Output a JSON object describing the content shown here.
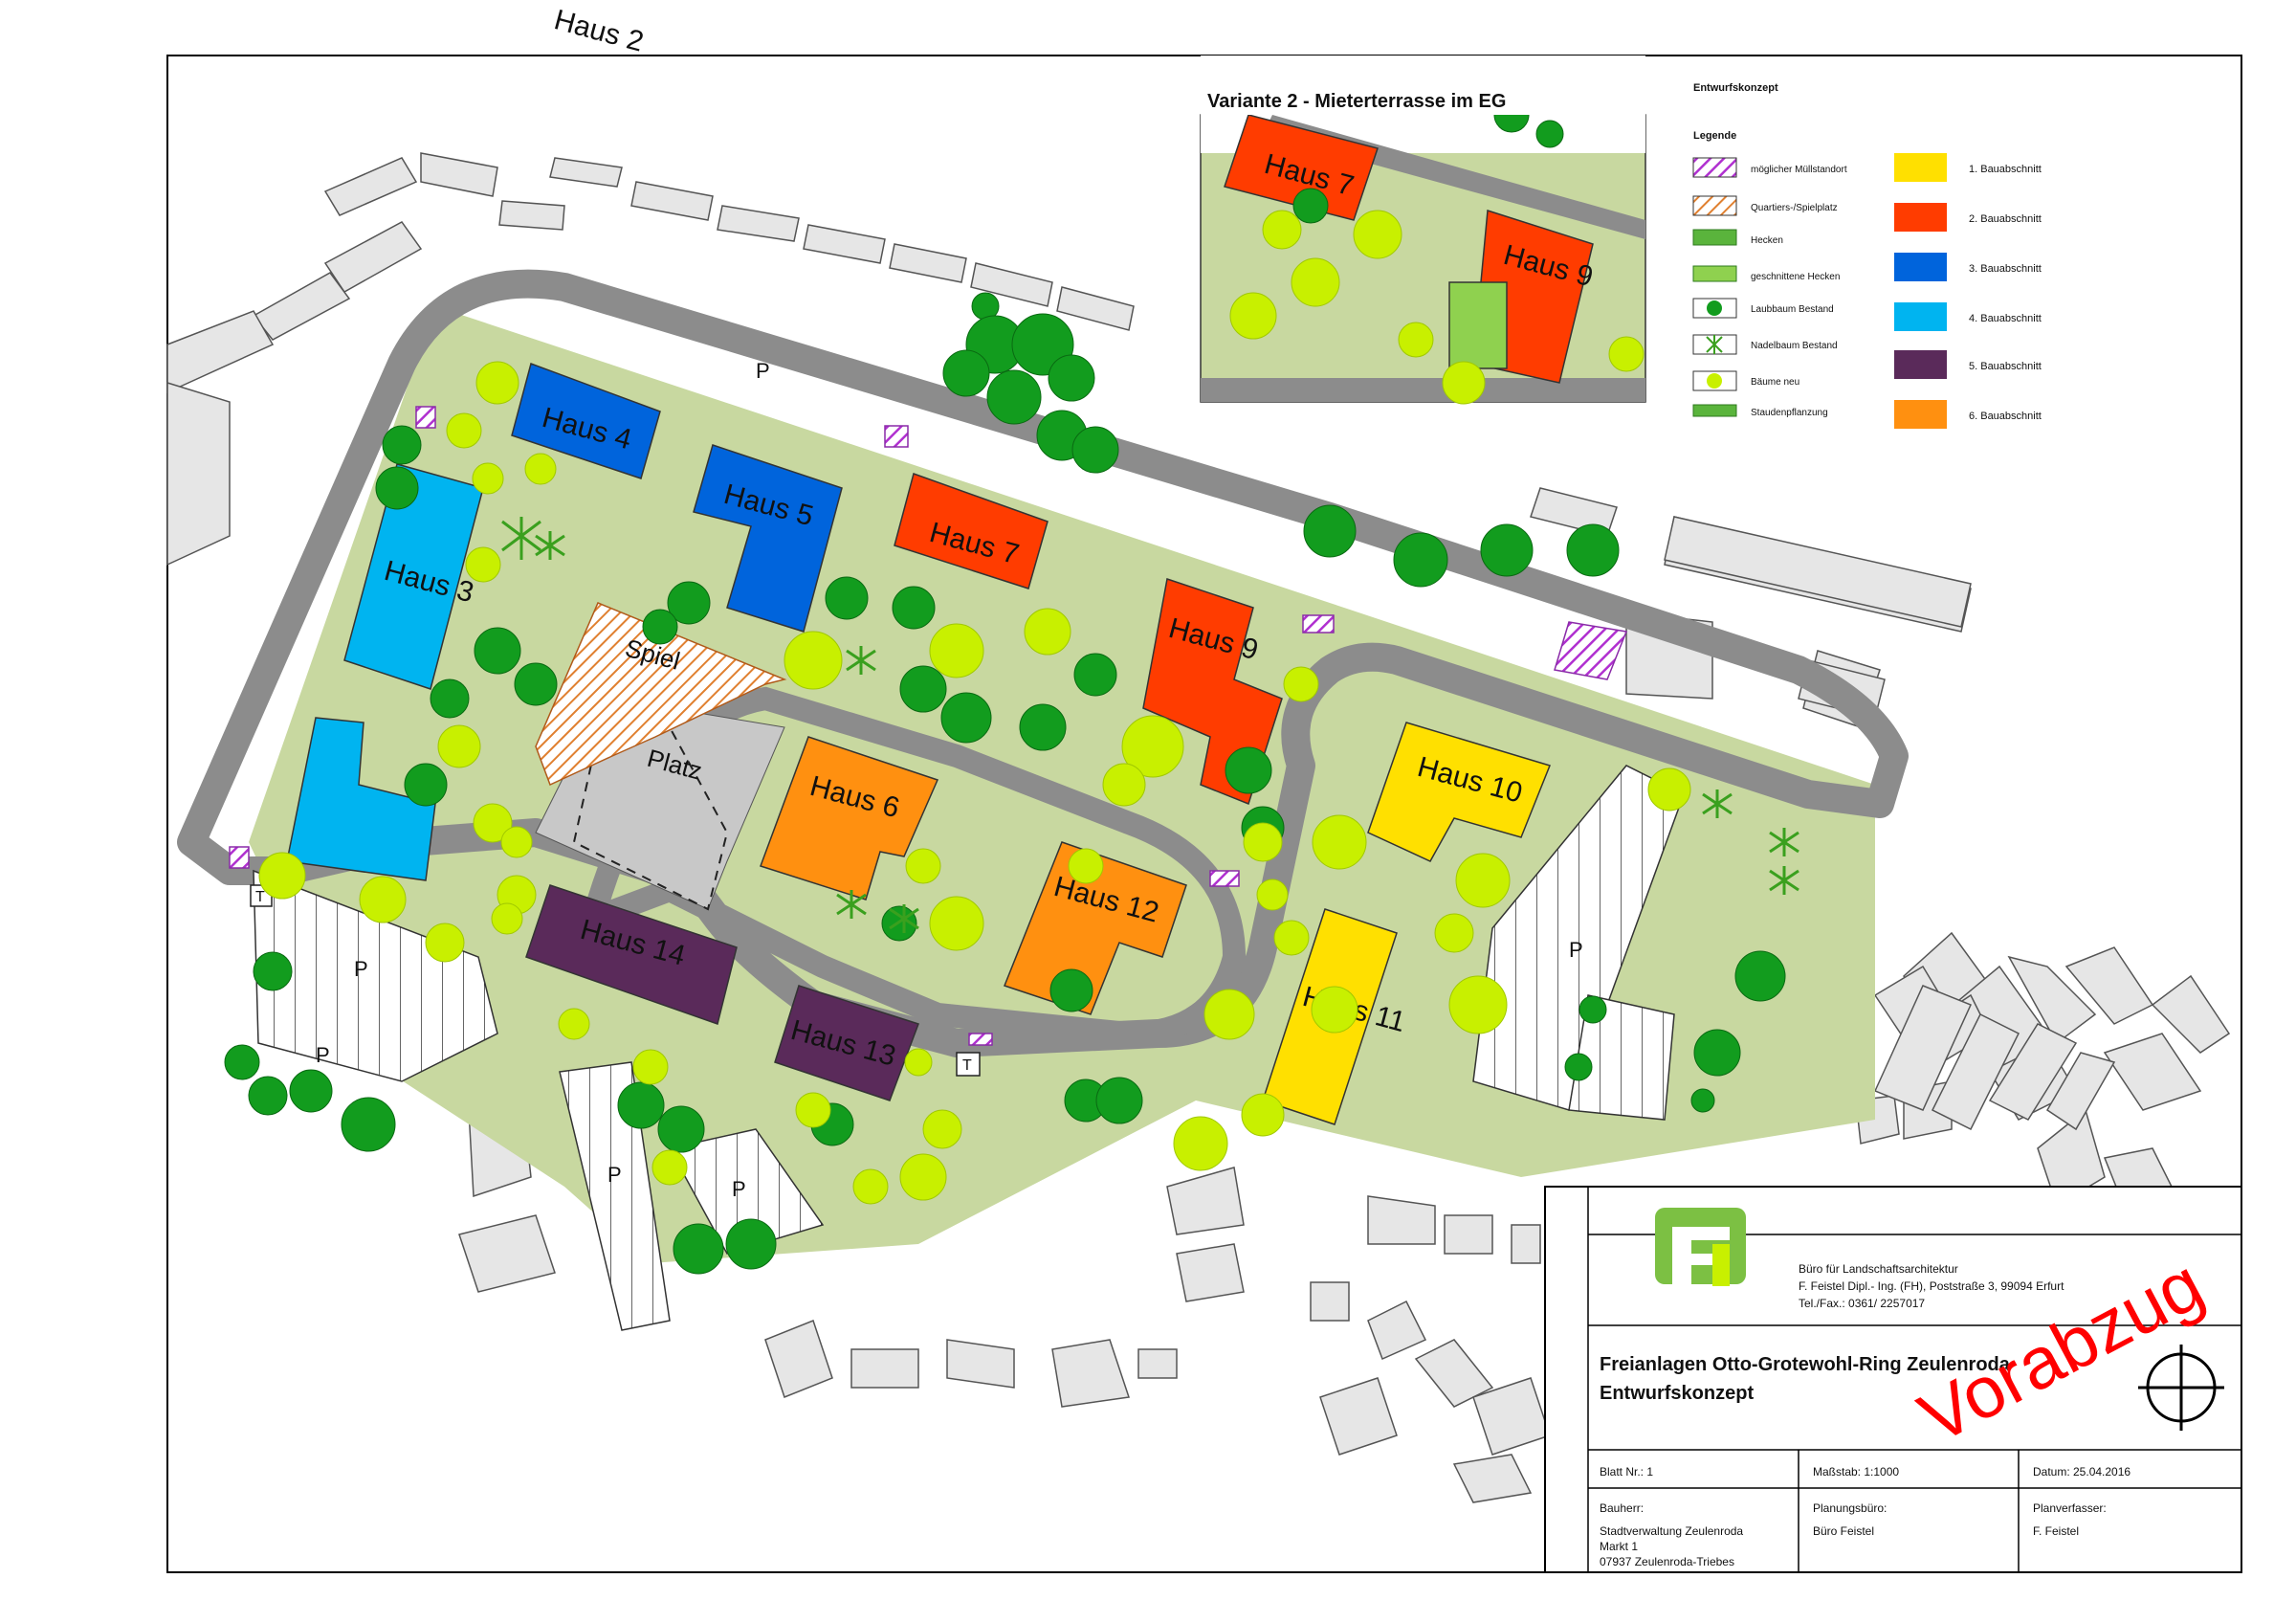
{
  "colors": {
    "bauabschnitt_1": "#ffe000",
    "bauabschnitt_2": "#ff3c00",
    "bauabschnitt_3": "#0064dc",
    "bauabschnitt_4": "#00b4f0",
    "bauabschnitt_5": "#5a2a5a",
    "bauabschnitt_6": "#ff9010",
    "lawn": "#c8d8a0",
    "road": "#8c8c8c",
    "tree_existing": "#129c1e",
    "tree_new": "#c8f000",
    "hedge": "#5ab43c",
    "red_stamp": "#ff0000",
    "logo_green": "#7cc043"
  },
  "map": {
    "houses": [
      {
        "label": "Haus 2",
        "color": "#00b4f0"
      },
      {
        "label": "Haus 3",
        "color": "#00b4f0"
      },
      {
        "label": "Haus 4",
        "color": "#0064dc"
      },
      {
        "label": "Haus 5",
        "color": "#0064dc"
      },
      {
        "label": "Haus 6",
        "color": "#ff9010"
      },
      {
        "label": "Haus 7",
        "color": "#ff3c00"
      },
      {
        "label": "Haus 9",
        "color": "#ff3c00"
      },
      {
        "label": "Haus 10",
        "color": "#ffe000"
      },
      {
        "label": "Haus 11",
        "color": "#ffe000"
      },
      {
        "label": "Haus 12",
        "color": "#ff9010"
      },
      {
        "label": "Haus 13",
        "color": "#5a2a5a"
      },
      {
        "label": "Haus 14",
        "color": "#5a2a5a"
      }
    ],
    "places": {
      "spiel": "Spiel",
      "platz": "Platz",
      "parking": "P",
      "trash": "T"
    }
  },
  "inset": {
    "title": "Variante 2 - Mieterterrasse im EG",
    "house_7": "Haus 7",
    "house_9": "Haus 9"
  },
  "legend": {
    "concept": "Entwurfskonzept",
    "title": "Legende",
    "symbols": [
      {
        "label": "möglicher Müllstandort",
        "icon": "hatched-purple-box"
      },
      {
        "label": "Quartiers-/Spielplatz",
        "icon": "hatched-orange-box"
      },
      {
        "label": "Hecken",
        "icon": "hedge-box"
      },
      {
        "label": "geschnittene Hecken",
        "icon": "cut-hedge-box"
      },
      {
        "label": "Laubbaum Bestand",
        "icon": "deciduous-tree-icon"
      },
      {
        "label": "Nadelbaum Bestand",
        "icon": "conifer-tree-icon"
      },
      {
        "label": "Bäume neu",
        "icon": "new-tree-icon"
      },
      {
        "label": "Staudenpflanzung",
        "icon": "perennial-bed-icon"
      }
    ],
    "phases": [
      {
        "label": "1. Bauabschnitt",
        "color": "#ffe000"
      },
      {
        "label": "2. Bauabschnitt",
        "color": "#ff3c00"
      },
      {
        "label": "3. Bauabschnitt",
        "color": "#0064dc"
      },
      {
        "label": "4. Bauabschnitt",
        "color": "#00b4f0"
      },
      {
        "label": "5. Bauabschnitt",
        "color": "#5a2a5a"
      },
      {
        "label": "6. Bauabschnitt",
        "color": "#ff9010"
      }
    ]
  },
  "title_block": {
    "office_line1": "Büro für Landschaftsarchitektur",
    "office_line2": "F. Feistel Dipl.- Ing. (FH), Poststraße 3, 99094 Erfurt",
    "office_line3": "Tel./Fax.: 0361/ 2257017",
    "project_title": "Freianlagen Otto-Grotewohl-Ring Zeulenroda",
    "project_subtitle": "Entwurfskonzept",
    "stamp": "Vorabzug",
    "sheet_no": "Blatt Nr.: 1",
    "scale": "Maßstab: 1:1000",
    "date": "Datum: 25.04.2016",
    "client_label": "Bauherr:",
    "client_line1": "Stadtverwaltung Zeulenroda",
    "client_line2": "Markt 1",
    "client_line3": "07937 Zeulenroda-Triebes",
    "planning_office_label": "Planungsbüro:",
    "planning_office": "Büro Feistel",
    "author_label": "Planverfasser:",
    "author": "F. Feistel"
  }
}
